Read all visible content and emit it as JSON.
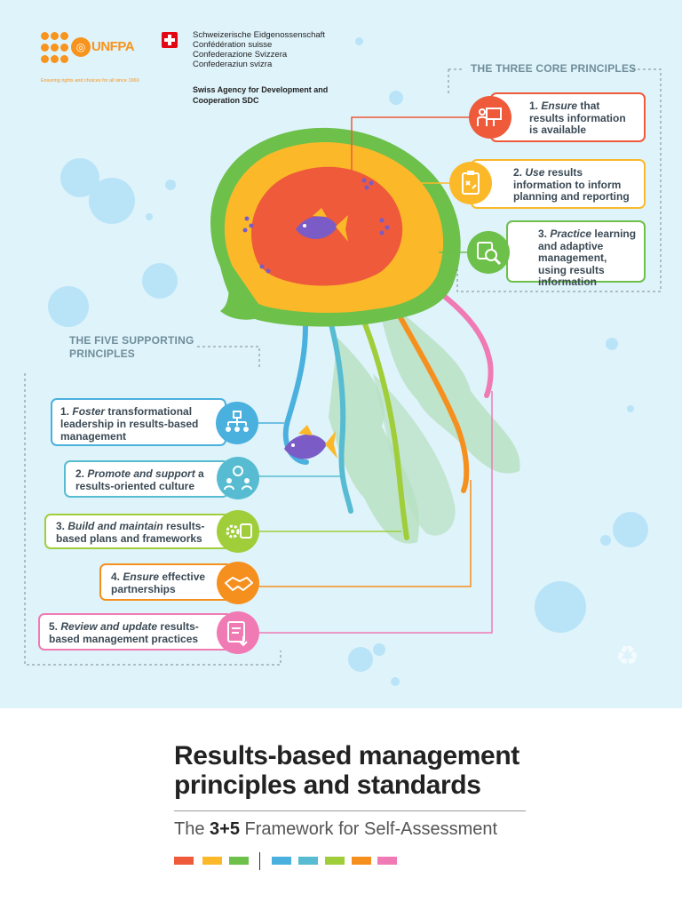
{
  "logos": {
    "unfpa_word": "UNFPA",
    "unfpa_tagline": "Ensuring rights and choices for all since 1969",
    "swiss_lines": [
      "Schweizerische Eidgenossenschaft",
      "Confédération suisse",
      "Confederazione Svizzera",
      "Confederaziun svizra"
    ],
    "sdc": "Swiss Agency for Development and Cooperation SDC"
  },
  "core": {
    "heading": "THE THREE CORE PRINCIPLES",
    "items": [
      {
        "num": "1.",
        "em": "Ensure",
        "rest": " that results information is available",
        "color": "#ee5a3a",
        "icon": "presentation-icon"
      },
      {
        "num": "2.",
        "em": "Use",
        "rest": " results information to inform planning and reporting",
        "color": "#fbb92a",
        "icon": "clipboard-icon"
      },
      {
        "num": "3.",
        "em": "Practice",
        "rest": " learning and adaptive management, using results information",
        "color": "#6dc04a",
        "icon": "magnifier-icon"
      }
    ]
  },
  "support": {
    "heading": "THE FIVE SUPPORTING PRINCIPLES",
    "items": [
      {
        "num": "1.",
        "em": "Foster",
        "rest": " transformational leadership in results-based management",
        "color": "#4ab0de",
        "icon": "org-chart-icon"
      },
      {
        "num": "2.",
        "em": "Promote and support",
        "rest": " a results-oriented culture",
        "color": "#57bcd1",
        "icon": "team-icon"
      },
      {
        "num": "3.",
        "em": "Build and maintain",
        "rest": " results-based plans and frameworks",
        "color": "#9fce3a",
        "icon": "gears-icon"
      },
      {
        "num": "4.",
        "em": "Ensure",
        "rest": " effective partnerships",
        "color": "#f5901e",
        "icon": "handshake-icon"
      },
      {
        "num": "5.",
        "em": "Review and update",
        "rest": " results-based management practices",
        "color": "#f07ab4",
        "icon": "review-icon"
      }
    ]
  },
  "title": "Results-based management principles and standards",
  "subtitle": {
    "pre": "The ",
    "bold": "3+5",
    "post": " Framework for Self-Assessment"
  },
  "swatches": [
    "#ee5a3a",
    "#fbb92a",
    "#6dc04a",
    "#4ab0de",
    "#57bcd1",
    "#9fce3a",
    "#f5901e",
    "#f07ab4"
  ]
}
